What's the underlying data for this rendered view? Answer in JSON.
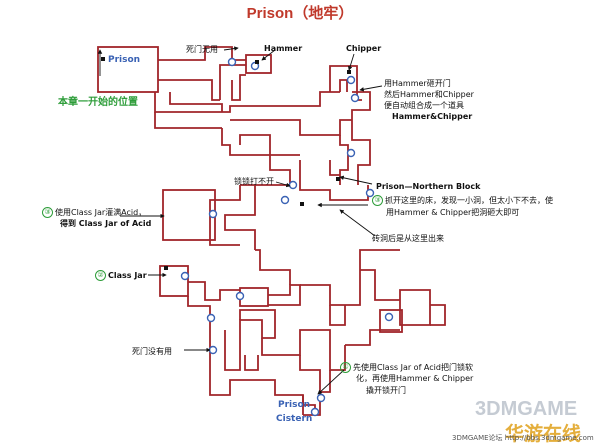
{
  "title": "Prison（地牢）",
  "labels": {
    "prison_start": "Prison",
    "start_position": "本章一开始的位置",
    "dead_door_top": "死门无用",
    "hammer": "Hammer",
    "chipper": "Chipper",
    "note_hammer_1": "用Hammer砸开门",
    "note_hammer_2": "然后Hammer和Chipper",
    "note_hammer_3": "便自动组合成一个道具",
    "note_hammer_4": "Hammer&Chipper",
    "lock_cannot_open": "锁锁打不开",
    "northern_block": "Prison—Northern Block",
    "note_hole_1": "抓开这里的床，发现一小洞，但太小下不去，使",
    "note_hole_2": "用Hammer & Chipper把洞砸大即可",
    "step3_num": "③",
    "step3_line1": "使用Class Jar灌满Acid，",
    "step3_line2": "得到 Class Jar of Acid",
    "exit_here": "砖洞后是从这里出来",
    "step2_num": "②",
    "class_jar": "Class Jar",
    "dead_door_bottom": "死门没有用",
    "step4_num": "④",
    "step4_line1": "先使用Class Jar of Acid把门锁软",
    "step4_line2": "化，再使用Hammer & Chipper",
    "step4_line3": "撬开锁开门",
    "prison_cistern_1": "Prison",
    "prison_cistern_2": "Cistern",
    "watermark_brand": "3DMGAME",
    "watermark_cn": "华游在线",
    "footer": "3DMGAME论坛 http://bbs.3dmgame.com"
  },
  "colors": {
    "wall": "#a1252a",
    "door": "#3a62b4",
    "title": "#c0392b",
    "green_note": "#2e9d3a"
  },
  "icons": [
    "door-circle-icon",
    "arrow-icon",
    "item-marker-icon"
  ]
}
